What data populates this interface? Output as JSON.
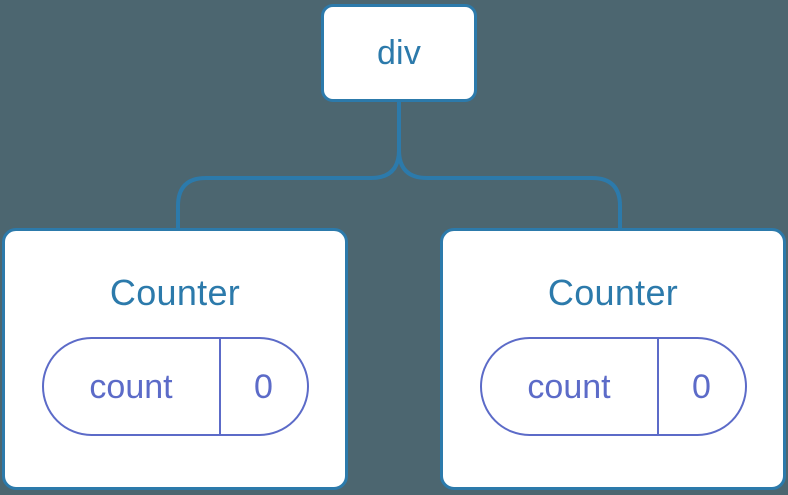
{
  "diagram": {
    "background_color": "#4C6670",
    "node_border_color": "#2C7AAB",
    "node_fill_color": "#FFFFFF",
    "label_color": "#2C7AAB",
    "state_color": "#5C6BC8",
    "connector_color": "#2C7AAB",
    "root": {
      "label": "div"
    },
    "children": [
      {
        "label": "Counter",
        "state": {
          "key": "count",
          "value": "0"
        }
      },
      {
        "label": "Counter",
        "state": {
          "key": "count",
          "value": "0"
        }
      }
    ]
  }
}
